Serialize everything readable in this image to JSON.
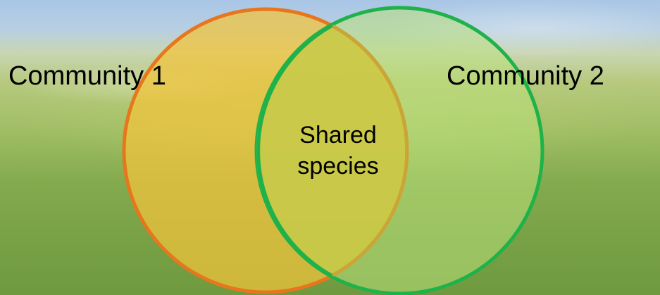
{
  "diagram": {
    "sets": [
      {
        "label": "Community 1",
        "fill": "#f3c43a",
        "stroke": "#e8761c"
      },
      {
        "label": "Community 2",
        "fill": "#b9e07a",
        "stroke": "#1fb24a"
      }
    ],
    "intersection": {
      "label": "Shared\nspecies",
      "fill": "#c9c542",
      "stroke": "#caa132"
    }
  }
}
